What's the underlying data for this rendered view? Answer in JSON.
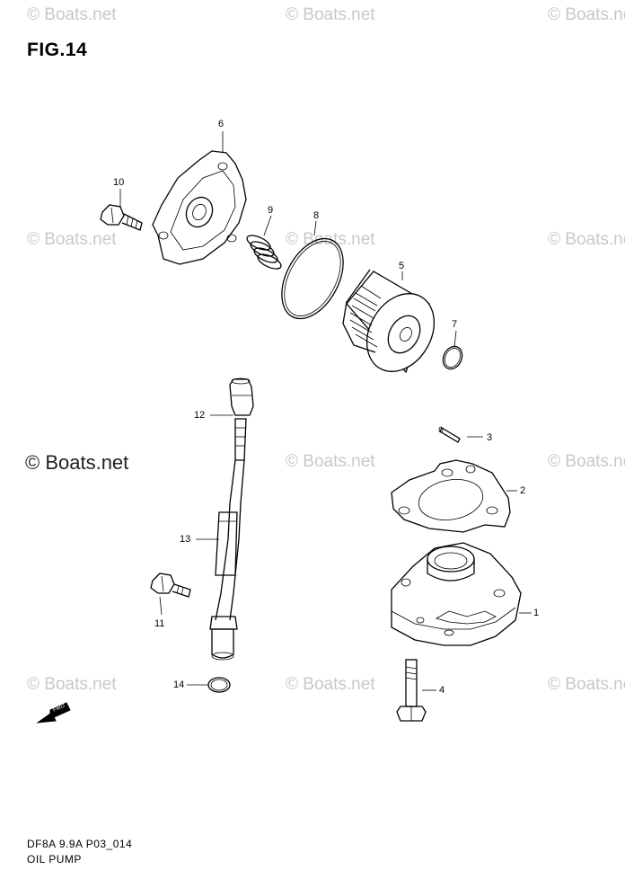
{
  "figure": {
    "title": "FIG.14"
  },
  "watermarks": {
    "text": "© Boats.net",
    "prominent": "© Boats.net"
  },
  "callouts": {
    "c1": "1",
    "c2": "2",
    "c3": "3",
    "c4": "4",
    "c5": "5",
    "c6": "6",
    "c7": "7",
    "c8": "8",
    "c9": "9",
    "c10": "10",
    "c11": "11",
    "c12": "12",
    "c13": "13",
    "c14": "14"
  },
  "fwd_label": "FWD",
  "footer": {
    "code": "DF8A 9.9A P03_014",
    "name": "OIL PUMP"
  }
}
